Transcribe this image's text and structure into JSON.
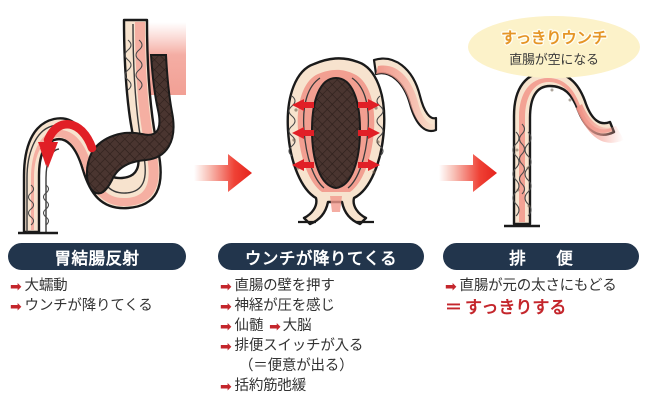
{
  "diagram": {
    "title_semantic": "defecation-process-diagram",
    "colors": {
      "banner_navy": "#22354c",
      "bullet_red": "#c4262c",
      "emphasis_red": "#c4262c",
      "callout_bg": "#fcf2c9",
      "callout_text": "#e59527",
      "intestine_wall": "#f7e3ce",
      "mucosa_pink": "#f0a59b",
      "stool_brown": "#4a3530",
      "arrow_red": "#e11f26"
    }
  },
  "callout": {
    "title": "すっきりウンチ",
    "subtitle": "直腸が空になる",
    "icon": "ellipse-callout"
  },
  "stage_arrows": [
    {
      "name": "stage-arrow-1",
      "icon": "right-arrow-gradient"
    },
    {
      "name": "stage-arrow-2",
      "icon": "right-arrow-gradient"
    }
  ],
  "panels": [
    {
      "id": "panel-1",
      "banner": "胃結腸反射",
      "illustration": {
        "name": "colon-peristalsis-illustration",
        "description": "大腸断面に蠕動の赤い曲線矢印と下行するウンチ",
        "arrows": [
          "peristalsis-curved-arrow"
        ],
        "stool_present": true
      },
      "lines": [
        {
          "bullet": "➡",
          "text": "大蠕動"
        },
        {
          "bullet": "➡",
          "text": "ウンチが降りてくる"
        }
      ]
    },
    {
      "id": "panel-2",
      "banner": "ウンチが降りてくる",
      "illustration": {
        "name": "rectum-distended-illustration",
        "description": "直腸にウンチが溜まり壁を押す赤い矢印",
        "arrows": [
          "pressure-arrow-left-1",
          "pressure-arrow-right-1",
          "pressure-arrow-left-2",
          "pressure-arrow-right-2",
          "pressure-arrow-left-3",
          "pressure-arrow-right-3"
        ],
        "stool_present": true
      },
      "lines": [
        {
          "bullet": "➡",
          "text": "直腸の壁を押す"
        },
        {
          "bullet": "➡",
          "text": "神経が圧を感じ"
        },
        {
          "bullet": "➡",
          "text": "仙髄",
          "bullet2": "➡",
          "text2": "大脳"
        },
        {
          "bullet": "➡",
          "text": "排便スイッチが入る"
        },
        {
          "indent": true,
          "text": "（＝便意が出る）"
        },
        {
          "bullet": "➡",
          "text": "括約筋弛緩"
        }
      ]
    },
    {
      "id": "panel-3",
      "banner": "排　便",
      "illustration": {
        "name": "rectum-empty-illustration",
        "description": "直腸が元の太さにもどり空になった状態",
        "arrows": [],
        "stool_present": false
      },
      "lines": [
        {
          "bullet": "➡",
          "text": "直腸が元の太さにもどる"
        },
        {
          "emphasis": true,
          "eq": "＝",
          "text": "すっきりする"
        }
      ]
    }
  ]
}
